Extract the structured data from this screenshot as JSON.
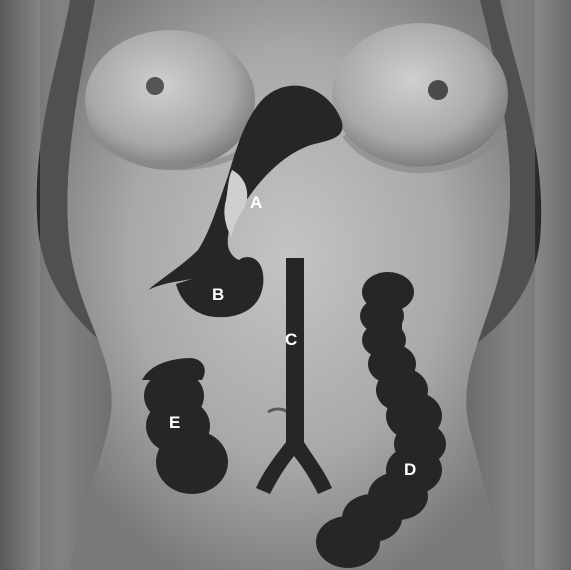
{
  "labels": {
    "a": "A",
    "b": "B",
    "c": "C",
    "d": "D",
    "e": "E"
  },
  "colors": {
    "organ_fill": "#262626",
    "skin_light": "#b3b3b3",
    "skin_mid": "#8f8f8f",
    "background_dark": "#2b2b2b",
    "label_text": "#ffffff"
  }
}
